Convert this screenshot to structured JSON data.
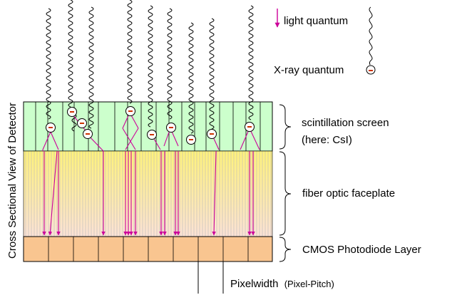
{
  "labels": {
    "vertical_title": "Cross Sectional View of Detector",
    "light_quantum": "light quantum",
    "xray_quantum": "X-ray quantum",
    "scintillation_line1": "scintillation screen",
    "scintillation_line2": "(here: CsI)",
    "fiber_optic": "fiber optic faceplate",
    "cmos": "CMOS Photodiode Layer",
    "pixelwidth_main": "Pixelwidth",
    "pixelwidth_paren": "(Pixel-Pitch)"
  },
  "colors": {
    "scintillator_fill": "#ccffcc",
    "fiber_top": "#fff27a",
    "fiber_bottom": "#fbe2d6",
    "cmos_fill": "#f9c590",
    "light_ray": "#cc0099",
    "electron_minus": "#cc3300",
    "outline": "#000000"
  },
  "icons": {
    "light_ray": "arrow-down-icon",
    "xray": "wavy-line-icon",
    "interaction": "electron-circle-icon",
    "brace": "curly-brace-icon"
  }
}
